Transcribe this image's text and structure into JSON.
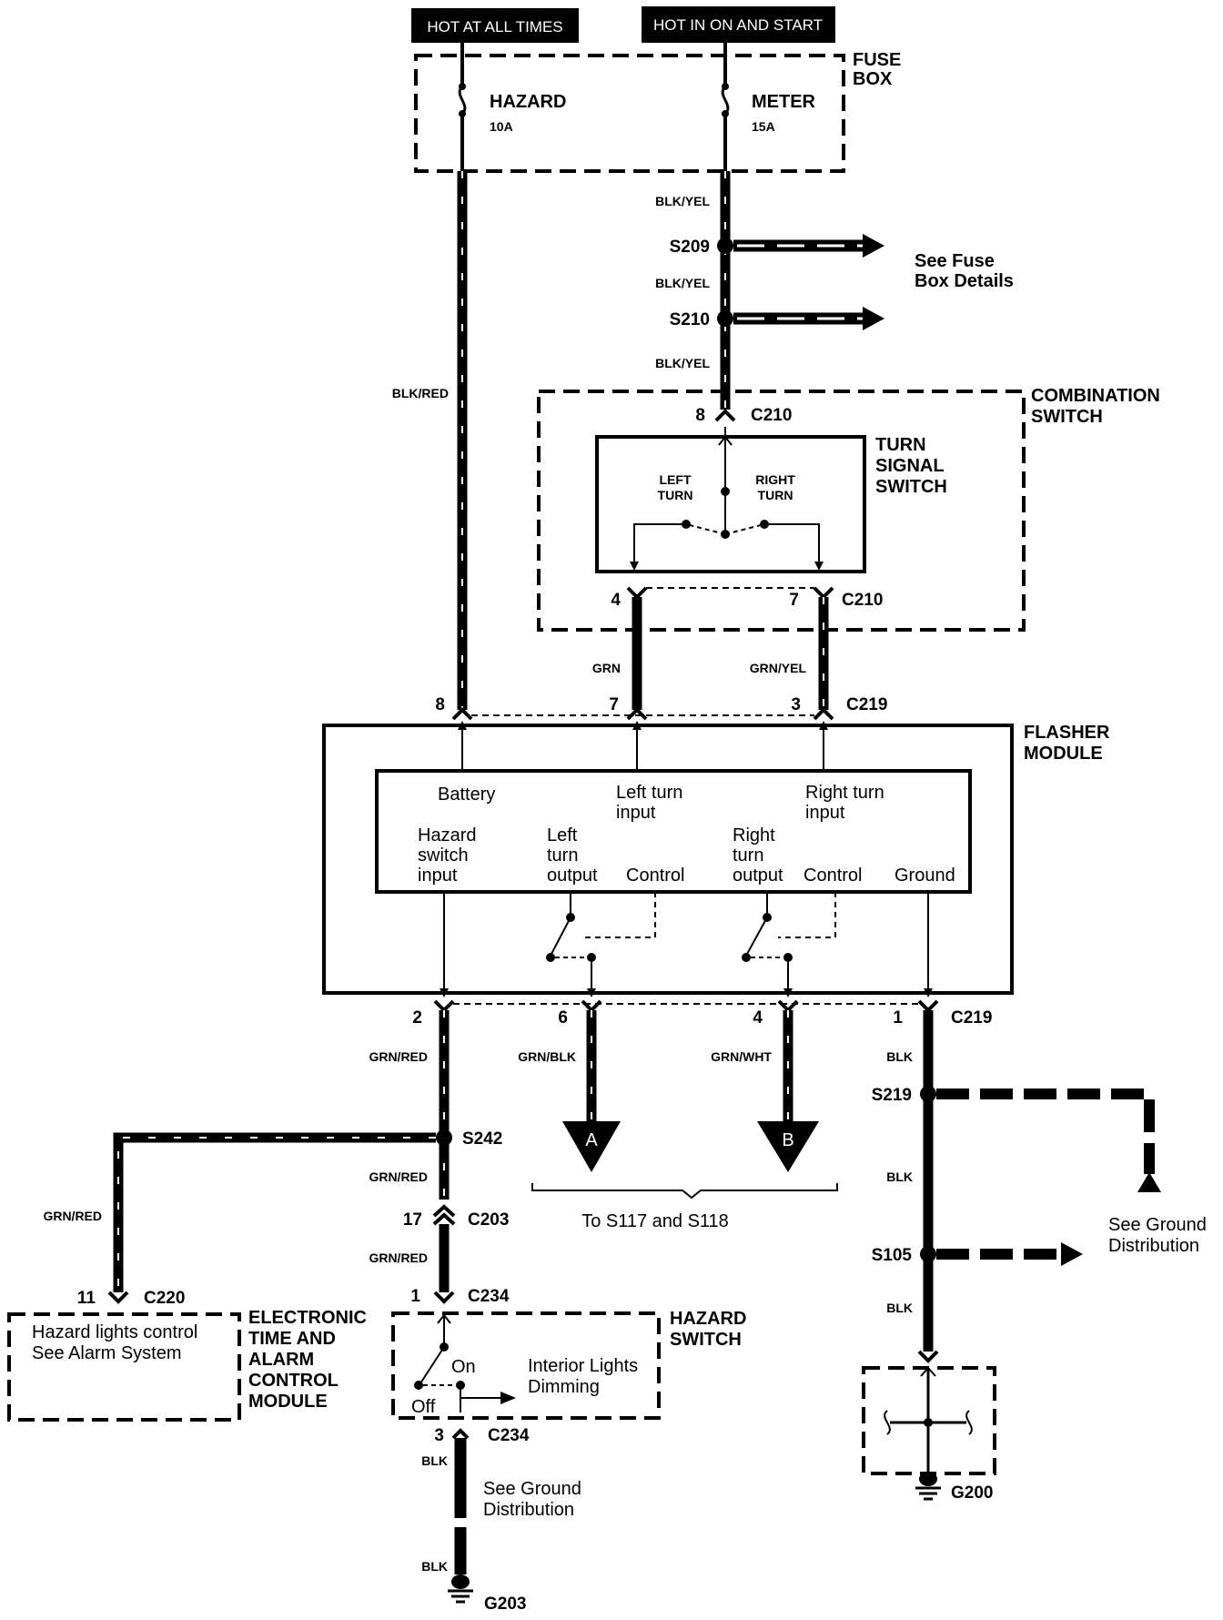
{
  "headers": {
    "hot_at_all_times": "HOT AT ALL TIMES",
    "hot_in_on_and_start": "HOT IN ON AND START"
  },
  "fuse_box": {
    "label_line1": "FUSE",
    "label_line2": "BOX",
    "hazard_fuse": {
      "name": "HAZARD",
      "rating": "10A"
    },
    "meter_fuse": {
      "name": "METER",
      "rating": "15A"
    }
  },
  "wires": {
    "blk_red": "BLK/RED",
    "blk_yel_1": "BLK/YEL",
    "blk_yel_2": "BLK/YEL",
    "blk_yel_3": "BLK/YEL",
    "grn": "GRN",
    "grn_yel": "GRN/YEL",
    "grn_red_1": "GRN/RED",
    "grn_red_2": "GRN/RED",
    "grn_red_3": "GRN/RED",
    "grn_red_4": "GRN/RED",
    "grn_blk": "GRN/BLK",
    "grn_wht": "GRN/WHT",
    "blk_1": "BLK",
    "blk_2": "BLK",
    "blk_3": "BLK",
    "blk_4": "BLK",
    "blk_5": "BLK"
  },
  "splices": {
    "s209": "S209",
    "s210": "S210",
    "s242": "S242",
    "s219": "S219",
    "s105": "S105"
  },
  "notes": {
    "fuse_box_details_1": "See Fuse",
    "fuse_box_details_2": "Box Details",
    "to_s117": "To S117 and S118",
    "ground_dist_right_1": "See Ground",
    "ground_dist_right_2": "Distribution",
    "ground_dist_bottom_1": "See Ground",
    "ground_dist_bottom_2": "Distribution"
  },
  "combination_switch": {
    "label_line1": "COMBINATION",
    "label_line2": "SWITCH",
    "turn_signal_line1": "TURN",
    "turn_signal_line2": "SIGNAL",
    "turn_signal_line3": "SWITCH",
    "left_turn_1": "LEFT",
    "left_turn_2": "TURN",
    "right_turn_1": "RIGHT",
    "right_turn_2": "TURN"
  },
  "connectors": {
    "c210_top": {
      "pin": "8",
      "name": "C210"
    },
    "c210_left_pin": "4",
    "c210_right_pin": "7",
    "c210_bottom_name": "C210",
    "c219_pin8": "8",
    "c219_pin7": "7",
    "c219_pin3": "3",
    "c219_top_name": "C219",
    "c219_pin2": "2",
    "c219_pin6": "6",
    "c219_pin4": "4",
    "c219_pin1": "1",
    "c219_bottom_name": "C219",
    "c203": {
      "pin": "17",
      "name": "C203"
    },
    "c234_top": {
      "pin": "1",
      "name": "C234"
    },
    "c234_bottom": {
      "pin": "3",
      "name": "C234"
    },
    "c220": {
      "pin": "11",
      "name": "C220"
    }
  },
  "flasher_module": {
    "label_line1": "FLASHER",
    "label_line2": "MODULE",
    "battery": "Battery",
    "left_turn_input_1": "Left turn",
    "left_turn_input_2": "input",
    "right_turn_input_1": "Right turn",
    "right_turn_input_2": "input",
    "hazard_switch_input_1": "Hazard",
    "hazard_switch_input_2": "switch",
    "hazard_switch_input_3": "input",
    "left_turn_output_1": "Left",
    "left_turn_output_2": "turn",
    "left_turn_output_3": "output",
    "control_left": "Control",
    "right_turn_output_1": "Right",
    "right_turn_output_2": "turn",
    "right_turn_output_3": "output",
    "control_right": "Control",
    "ground": "Ground"
  },
  "off_page": {
    "a": "A",
    "b": "B"
  },
  "etacm": {
    "label_line1": "ELECTRONIC",
    "label_line2": "TIME AND",
    "label_line3": "ALARM",
    "label_line4": "CONTROL",
    "label_line5": "MODULE",
    "note_line1": "Hazard lights control",
    "note_line2": "See Alarm System"
  },
  "hazard_switch": {
    "label_line1": "HAZARD",
    "label_line2": "SWITCH",
    "on": "On",
    "off": "Off",
    "dimming_1": "Interior Lights",
    "dimming_2": "Dimming"
  },
  "grounds": {
    "g200": "G200",
    "g203": "G203"
  }
}
